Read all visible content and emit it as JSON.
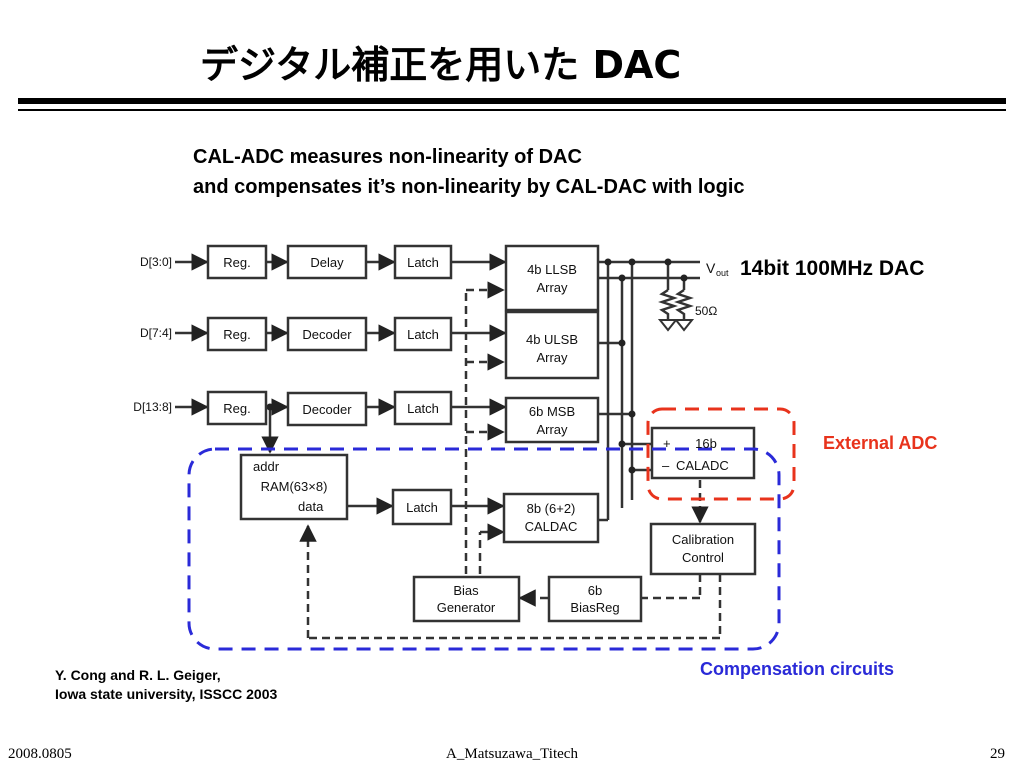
{
  "title": "デジタル補正を用いた DAC",
  "description": {
    "line1": "CAL-ADC measures non-linearity of DAC",
    "line2": "and compensates it’s non-linearity by CAL-DAC with logic"
  },
  "dac_label": "14bit 100MHz DAC",
  "diagram": {
    "inputs": [
      "D[3:0]",
      "D[7:4]",
      "D[13:8]"
    ],
    "blocks": {
      "reg": "Reg.",
      "delay": "Delay",
      "decoder": "Decoder",
      "latch": "Latch",
      "llsb": [
        "4b LLSB",
        "Array"
      ],
      "ulsb": [
        "4b ULSB",
        "Array"
      ],
      "msb": [
        "6b MSB",
        "Array"
      ],
      "ram": [
        "addr",
        "RAM(63×8)",
        "data"
      ],
      "caldac": [
        "8b (6+2)",
        "CALDAC"
      ],
      "caladc": [
        "+",
        "16b",
        "–",
        "CALADC"
      ],
      "calibration": [
        "Calibration",
        "Control"
      ],
      "bias_gen": [
        "Bias",
        "Generator"
      ],
      "biasreg": [
        "6b",
        "BiasReg"
      ]
    },
    "vout": "V",
    "vout_sub": "out",
    "resistor": "50Ω"
  },
  "external_adc_label": "External ADC",
  "compensation_label": "Compensation circuits",
  "citation": {
    "line1": "Y. Cong and R. L. Geiger,",
    "line2": "Iowa state university, ISSCC 2003"
  },
  "footer": {
    "date": "2008.0805",
    "author": "A_Matsuzawa_Titech",
    "page": "29"
  },
  "colors": {
    "external_adc": "#e8331c",
    "compensation": "#2a2ad8"
  }
}
